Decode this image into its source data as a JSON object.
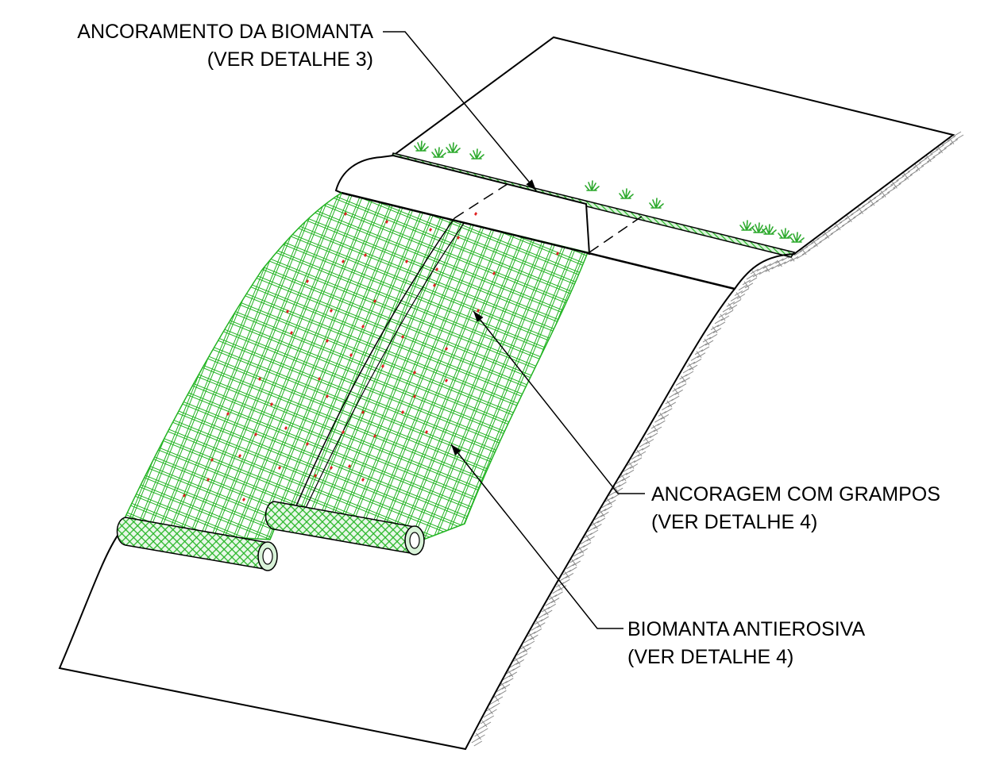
{
  "labels": {
    "anchor_top": {
      "line1": "ANCORAMENTO DA BIOMANTA",
      "line2": "(VER DETALHE 3)"
    },
    "anchor_pins": {
      "line1": "ANCORAGEM COM GRAMPOS",
      "line2": "(VER DETALHE 4)"
    },
    "blanket": {
      "line1": "BIOMANTA ANTIEROSIVA",
      "line2": "(VER DETALHE 4)"
    }
  },
  "colors": {
    "outline": "#000000",
    "mesh": "#22b422",
    "mesh_fill": "#e9f8e9",
    "staples": "#e02020",
    "grass": "#2eaa2e",
    "soil_hatch": "#8a8a8a",
    "background": "#ffffff"
  }
}
